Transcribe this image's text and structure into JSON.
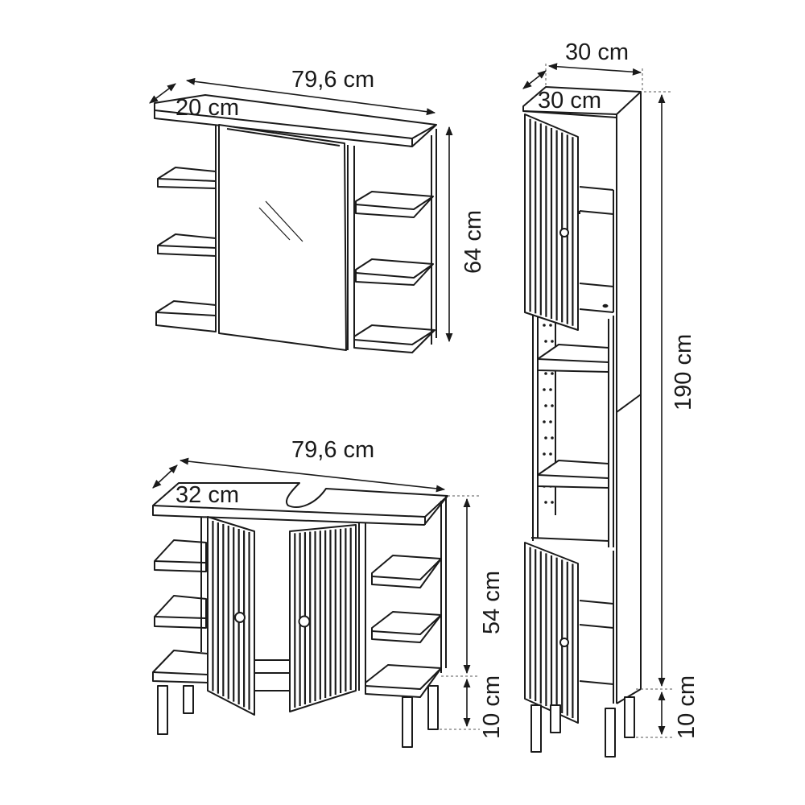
{
  "mirror_cabinet": {
    "width_label": "79,6 cm",
    "depth_label": "20 cm",
    "height_label": "64 cm"
  },
  "vanity_cabinet": {
    "width_label": "79,6 cm",
    "depth_label": "32 cm",
    "height_label": "54 cm",
    "leg_height_label": "10 cm"
  },
  "tall_cabinet": {
    "width_label": "30 cm",
    "depth_label": "30 cm",
    "height_label": "190 cm",
    "leg_height_label": "10 cm"
  }
}
